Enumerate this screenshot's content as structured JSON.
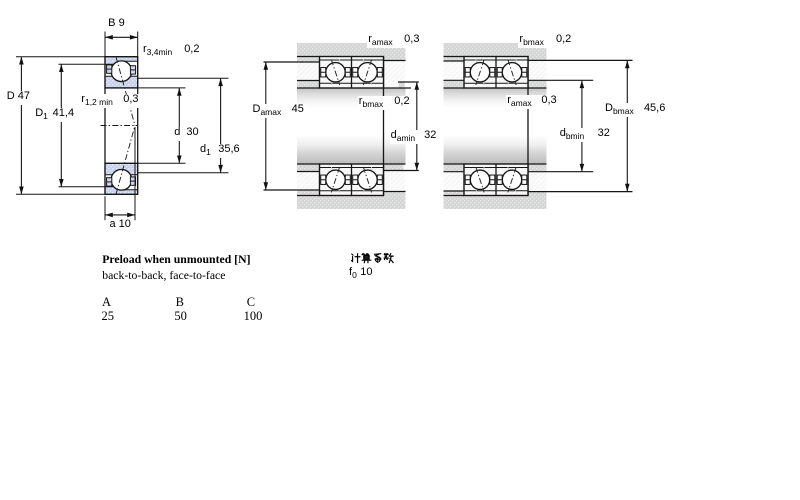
{
  "drawing": {
    "left": {
      "dim_B": {
        "sym": "B",
        "val": "9"
      },
      "dim_r34": {
        "sym": "r",
        "sub": "3,4min",
        "val": "0,2"
      },
      "dim_D": {
        "sym": "D",
        "val": "47"
      },
      "dim_D1": {
        "sym": "D",
        "sub": "1",
        "val": "41,4"
      },
      "dim_r12": {
        "sym": "r",
        "sub": "1,2 min",
        "val": "0,3"
      },
      "dim_d": {
        "sym": "d",
        "val": "30"
      },
      "dim_d1": {
        "sym": "d",
        "sub": "1",
        "val": "35,6"
      },
      "dim_a": {
        "sym": "a",
        "val": "10"
      }
    },
    "middle": {
      "dim_ra": {
        "sym": "r",
        "sub": "amax",
        "val": "0,3"
      },
      "dim_rb": {
        "sym": "r",
        "sub": "bmax",
        "val": "0,2"
      },
      "dim_Da": {
        "sym": "D",
        "sub": "amax",
        "val": "45"
      },
      "dim_da": {
        "sym": "d",
        "sub": "amin",
        "val": "32"
      }
    },
    "right": {
      "dim_rb": {
        "sym": "r",
        "sub": "bmax",
        "val": "0,2"
      },
      "dim_ra": {
        "sym": "r",
        "sub": "amax",
        "val": "0,3"
      },
      "dim_Db": {
        "sym": "D",
        "sub": "bmax",
        "val": "45,6"
      },
      "dim_db": {
        "sym": "d",
        "sub": "bmin",
        "val": "32"
      }
    }
  },
  "preload": {
    "title": "Preload when unmounted [N]",
    "subtitle": "back-to-back, face-to-face",
    "columns": [
      "A",
      "B",
      "C"
    ],
    "values": [
      "25",
      "50",
      "100"
    ]
  },
  "calc_factor": {
    "title": "计算系数",
    "f_sym": "f",
    "f_sub": "0",
    "f_val": "10"
  },
  "colors": {
    "bearing_ring_fill": "#c9cfec",
    "steel_section_grey": "#d5d5d5",
    "line_color": "#161616"
  }
}
